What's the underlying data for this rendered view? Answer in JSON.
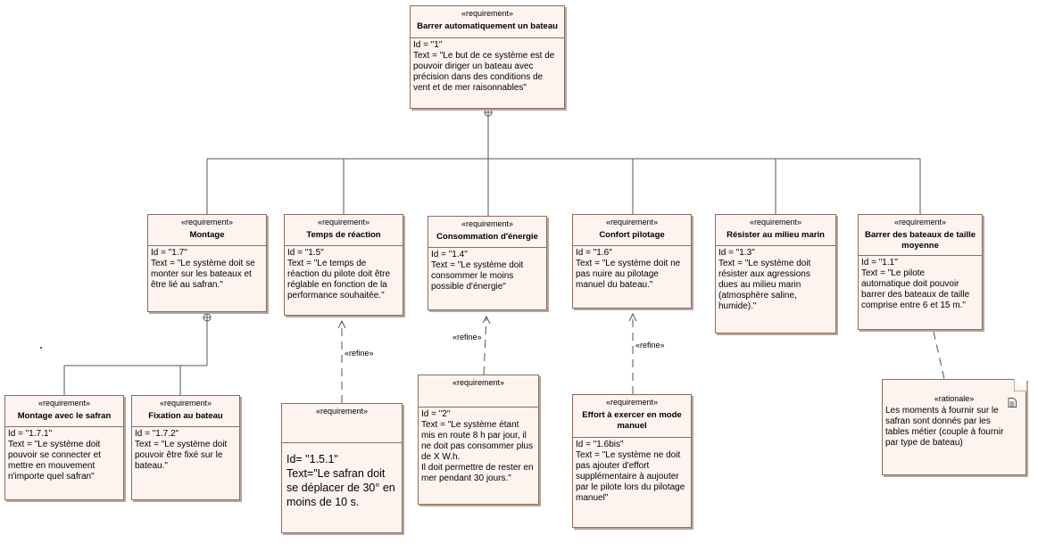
{
  "stereotype": "«requirement»",
  "requirements": {
    "r1": {
      "name": "Barrer automatiquement un bateau",
      "id": "Id = \"1\"",
      "text": "Text = \"Le but de ce système est de\npouvoir diriger un bateau avec\nprécision dans des conditions de\nvent et de mer raisonnables\""
    },
    "r17": {
      "name": "Montage",
      "id": "Id = \"1.7\"",
      "text": "Text = \"Le système doit se\nmonter sur les bateaux et\nêtre lié au safran.\""
    },
    "r15": {
      "name": "Temps de réaction",
      "id": "Id = \"1.5\"",
      "text": "Text = \"Le temps de\nréaction du pilote doit être\nréglable en fonction de la\nperformance souhaitée.\""
    },
    "r14": {
      "name": "Consommation d'énergie",
      "id": "Id = \"1.4\"",
      "text": "Text = \"Le système doit\nconsommer le moins\npossible d'énergie\""
    },
    "r16": {
      "name": "Confort pilotage",
      "id": "Id = \"1.6\"",
      "text": "Text = \"Le système doit ne\npas nuire au pilotage\nmanuel du bateau.\""
    },
    "r13": {
      "name": "Résister au milieu marin",
      "id": "Id = \"1.3\"",
      "text": "Text = \"Le système doit\nrésister aux agressions\ndues au milieu marin\n(atmosphère saline,\nhumide).\""
    },
    "r11": {
      "name": "Barrer des bateaux de taille\nmoyenne",
      "id": "Id = \"1.1\"",
      "text": "Text = \"Le pilote\nautomatique doit pouvoir\nbarrer des bateaux de taille\ncomprise entre 6 et 15 m.\""
    },
    "r171": {
      "name": "Montage avec le safran",
      "id": "Id = \"1.7.1\"",
      "text": "Text = \"Le système doit\npouvoir se connecter et\nmettre en mouvement\nn'importe quel safran\""
    },
    "r172": {
      "name": "Fixation au bateau",
      "id": "Id = \"1.7.2\"",
      "text": "Text = \"Le système doit\npouvoir être fixé sur le\nbateau.\""
    },
    "r151": {
      "name": "",
      "id": "Id= \"1.5.1\"",
      "text": "Text=\"Le safran doit\nse déplacer de 30° en\nmoins de 10 s."
    },
    "r2": {
      "name": "",
      "id": "Id = \"2\"",
      "text": "Text = \"Le système étant\nmis en route 8 h par jour, il\nne doit pas consommer plus\nde X W.h.\nIl doit permettre de rester en\nmer pendant 30 jours.\""
    },
    "r16b": {
      "name": "Effort à exercer en mode\nmanuel",
      "id": "Id = \"1.6bis\"",
      "text": "Text = \"Le système ne doit\npas ajouter d'effort\nsupplémentaire à aujouter\npar le pilote lors du pilotage\nmanuel\""
    }
  },
  "rationale": {
    "stereotype": "«rationale»",
    "text": "Les moments à fournir sur le\nsafran sont donnés par les\ntables métier (couple à fournir\npar type de bateau)",
    "icon": "document-icon"
  },
  "refine_label": "«refine»",
  "colors": {
    "box_fill": "#fdf4ef",
    "box_border": "#8b6d5f",
    "line": "#555555"
  }
}
